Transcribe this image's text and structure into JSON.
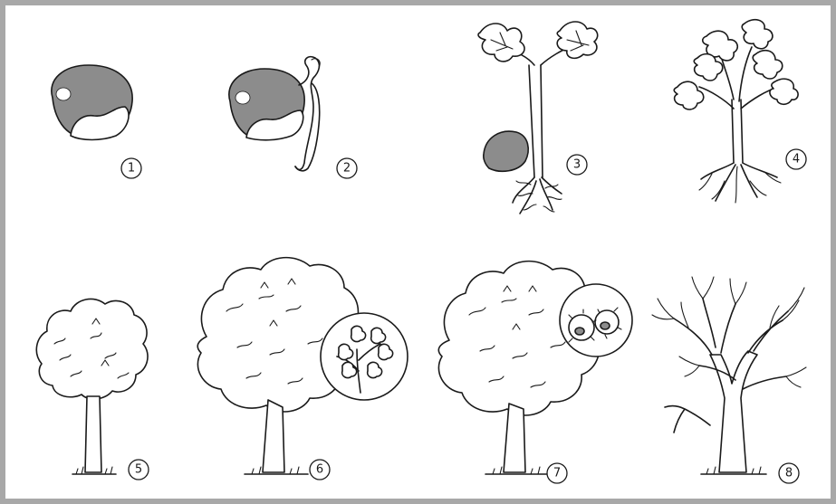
{
  "stages": [
    {
      "label": "1",
      "content": "seed-icon"
    },
    {
      "label": "2",
      "content": "germinating-seed-icon"
    },
    {
      "label": "3",
      "content": "seedling-icon"
    },
    {
      "label": "4",
      "content": "sapling-icon"
    },
    {
      "label": "5",
      "content": "young-tree-icon"
    },
    {
      "label": "6",
      "content": "flowering-tree-icon"
    },
    {
      "label": "7",
      "content": "fruiting-tree-icon"
    },
    {
      "label": "8",
      "content": "bare-tree-icon"
    }
  ],
  "colors": {
    "border": "#a8a8a8",
    "ink": "#1a1a1a",
    "seed": "#8c8c8c",
    "background": "#ffffff"
  }
}
